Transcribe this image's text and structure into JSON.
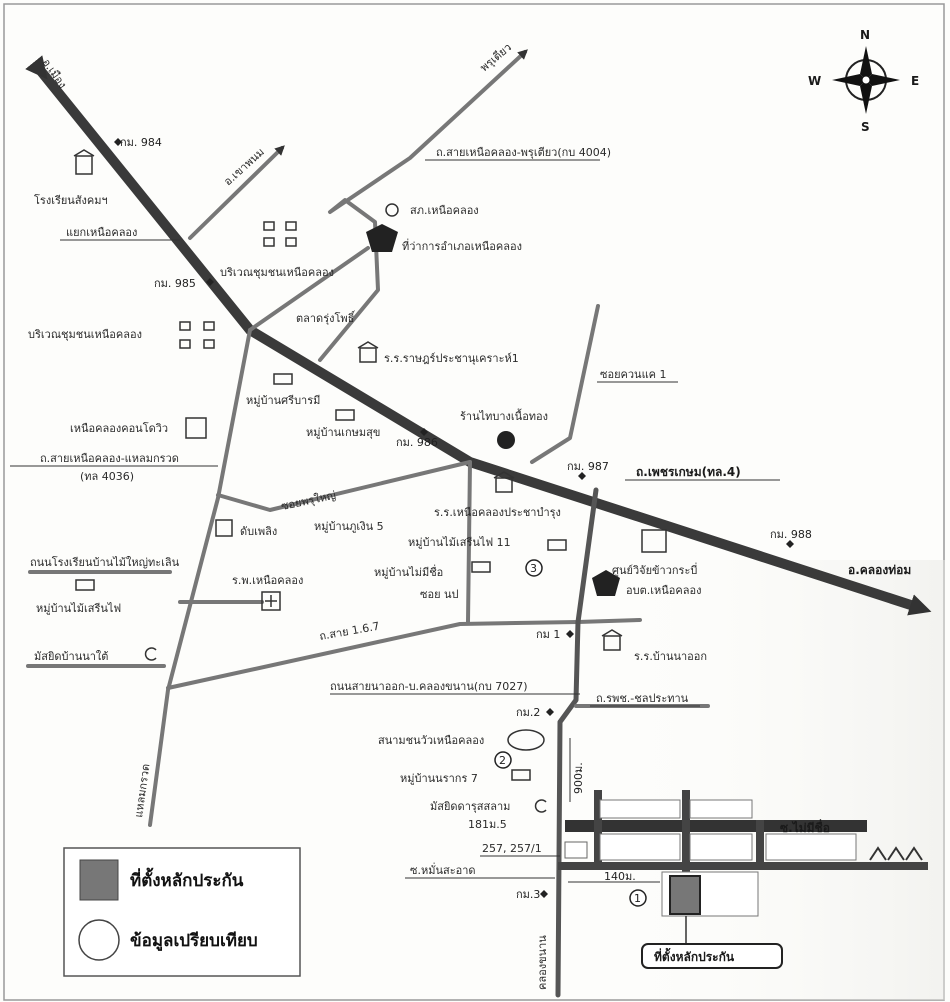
{
  "compass": {
    "n": "N",
    "s": "S",
    "e": "E",
    "w": "W"
  },
  "roads": {
    "phetkasem": "ถ.เพชรเกษม(ทล.4)",
    "sai_nuea_khlong_phru_tiao": "ถ.สายเหนือคลอง-พรุเตียว(กบ 4004)",
    "sai_nuea_khlong_laem_kruat": "ถ.สายเหนือคลอง-แหลมกรวด",
    "rd_4036": "(ทล 4036)",
    "sai_167": "ถ.สาย 1.6.7",
    "na_ok_khlong_khanan": "ถนนสายนาออก-บ.คลองขนาน(กบ 7027)",
    "ror_por_chor": "ถ.รพช.-ชลประทาน",
    "soi_khuan_nae": "ซอยควนแค 1",
    "soi_phru_yai": "ซอยพรุใหญ่",
    "soi_nop": "ซอย นป",
    "soi_mai_mi_chue": "ซ.ไม่มีชื่อ",
    "soi_mun_sa_at": "ซ.หมั่นสะอาด",
    "to_krabi": "อ.เมือง",
    "to_khlong_thom": "อ.คลองท่อม",
    "to_phru_tiao": "พรุเตียว",
    "to_ao_luek": "อ.เขาพนม",
    "to_khlong_khanan": "คลองขนาน",
    "to_phru_din_na": "แหลมกรวด"
  },
  "km_markers": {
    "km984": "กม. 984",
    "km985": "กม. 985",
    "km986": "กม. 986",
    "km987": "กม. 987",
    "km988": "กม. 988",
    "km1": "กม 1",
    "km2": "กม.2",
    "km3": "กม.3"
  },
  "places": {
    "school_sangkhom": "โรงเรียนสังคมฯ",
    "yaek_nuea_khlong": "แยกเหนือคลอง",
    "chumchon_nuea_khlong_1": "บริเวณชุมชนเหนือคลอง",
    "chumchon_nuea_khlong_2": "บริเวณชุมชนเหนือคลอง",
    "police": "สภ.เหนือคลอง",
    "district_office": "ที่ว่าการอำเภอเหนือคลอง",
    "market": "ตลาดรุ่งโพธิ์",
    "school_rat_prachanu": "ร.ร.ราษฎร์ประชานุเคราะห์1",
    "moo_bann_sri_barami": "หมู่บ้านศรีบารมี",
    "moo_bann_kasem_suk": "หมู่บ้านเกษมสุข",
    "condo": "เหนือคลองคอนโดวิว",
    "shop_thong": "ร้านไทบางเนื้อทอง",
    "school_prachabamrung": "ร.ร.เหนือคลองประชาบำรุง",
    "moo_bann_ngoen5": "หมู่บ้านภูเงิน 5",
    "fire_station": "ดับเพลิง",
    "moo_bann_mai_si_phai_11": "หมู่บ้านไม้เสรีนไฟ 11",
    "moo_bann_mai_mi_chue": "หมู่บ้านไม่มีชื่อ",
    "rice_center": "ศูนย์วิจัยข้าวกระบี่",
    "sao_nuea_khlong": "อบต.เหนือคลอง",
    "hospital": "ร.พ.เหนือคลอง",
    "school_ban_mai_yai": "ถนนโรงเรียนบ้านไม้ใหญ่ทะเลิน",
    "moo_bann_mai_si_fai": "หมู่บ้านไม้เสรีนไฟ",
    "mosque_ban_na": "มัสยิดบ้านนาใต้",
    "school_ban_na_ok": "ร.ร.บ้านนาออก",
    "stadium": "สนามชนวัวเหนือคลอง",
    "moo_bann_norarak": "หมู่บ้านนรากร 7",
    "mosque_darussalam_1": "มัสยิดดารุสสลาม",
    "mosque_darussalam_2": "181ม.5",
    "addr_257": "257, 257/1"
  },
  "distances": {
    "d900": "900ม.",
    "d140": "140ม."
  },
  "markers": {
    "m1": "1",
    "m2": "2",
    "m3": "3"
  },
  "subject_label": "ที่ตั้งหลักประกัน",
  "legend": {
    "collateral": "ที่ตั้งหลักประกัน",
    "comparable": "ข้อมูลเปรียบเทียบ"
  }
}
